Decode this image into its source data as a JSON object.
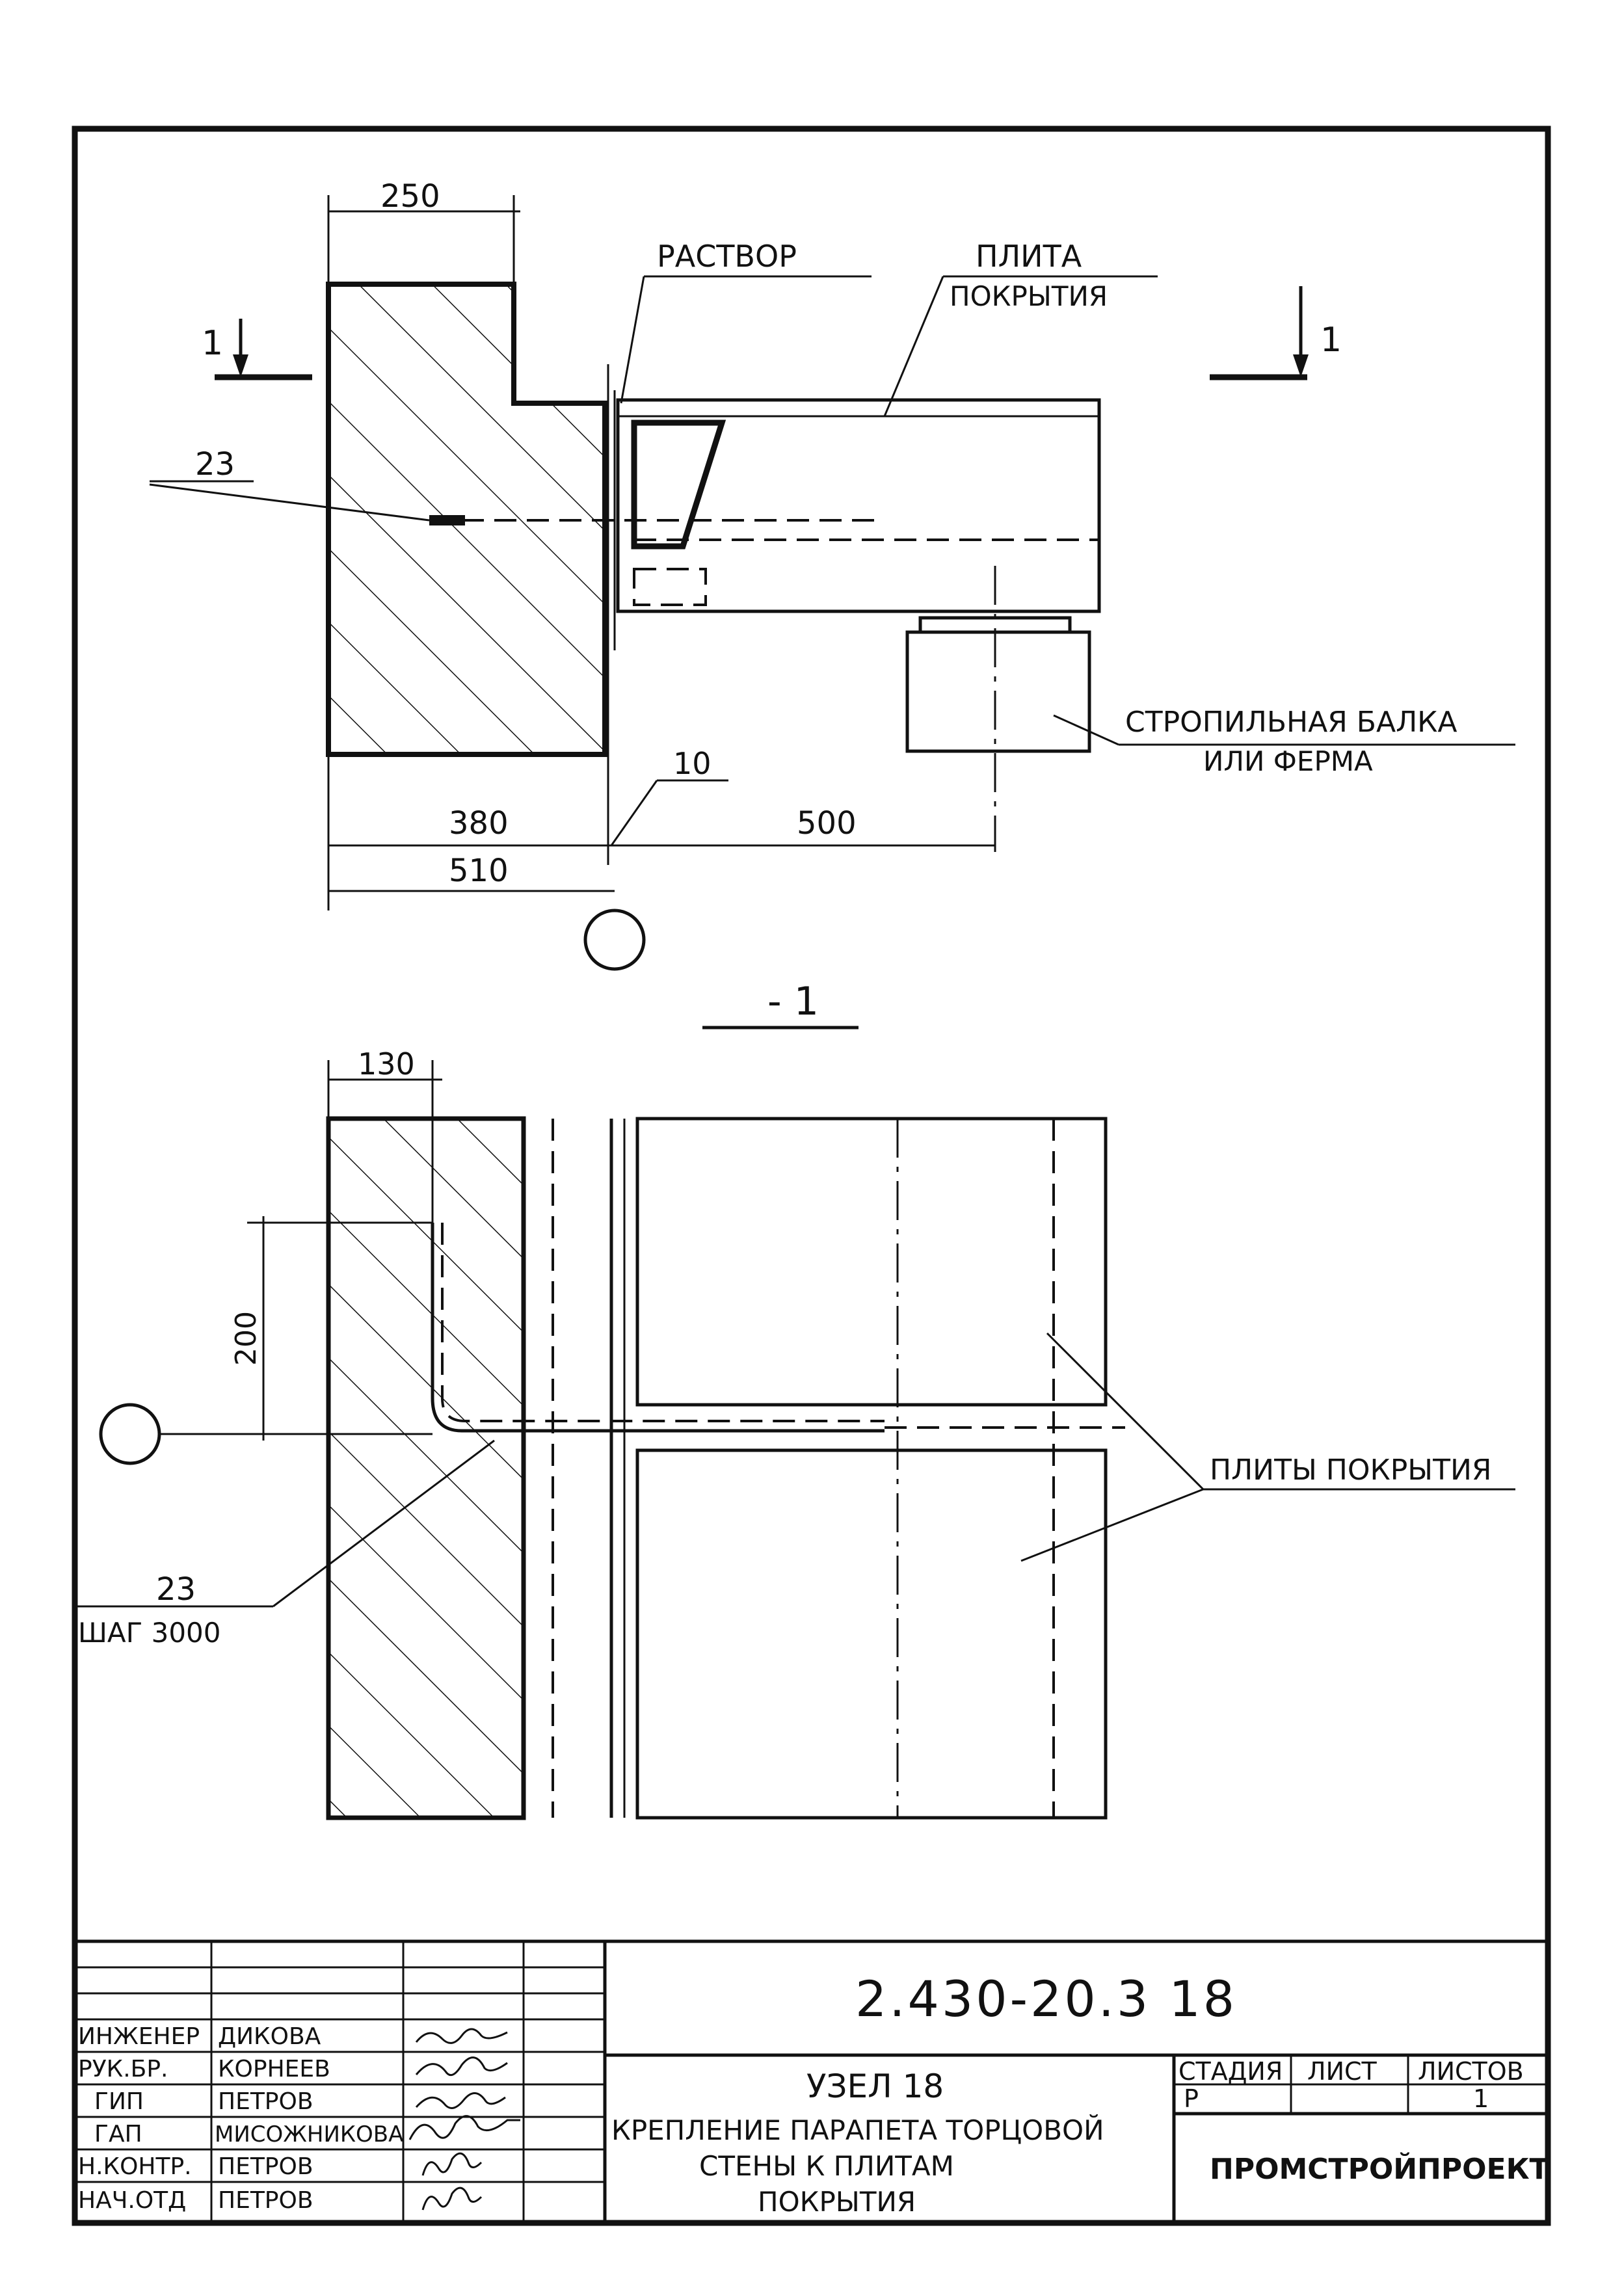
{
  "section_top": {
    "dim_250": "250",
    "dim_380": "380",
    "dim_510": "510",
    "dim_500": "500",
    "dim_10": "10",
    "section_mark_left": "1",
    "section_mark_right": "1",
    "label_mortar": "РАСТВОР",
    "label_slab_line1": "ПЛИТА",
    "label_slab_line2": "ПОКРЫТИЯ",
    "label_23": "23",
    "label_beam_line1": "СТРОПИЛЬНАЯ БАЛКА",
    "label_beam_line2": "ИЛИ ФЕРМА"
  },
  "section_title": "- 1",
  "plan_view": {
    "dim_130": "130",
    "dim_200": "200",
    "label_23": "23",
    "label_step": "ШАГ 3000",
    "label_slabs": "ПЛИТЫ ПОКРЫТИЯ"
  },
  "title_block": {
    "doc_code": "2.430-20.3 18",
    "node_title": "УЗЕЛ 18",
    "description": [
      "КРЕПЛЕНИЕ ПАРАПЕТА ТОРЦОВОЙ",
      "СТЕНЫ К ПЛИТАМ",
      "ПОКРЫТИЯ"
    ],
    "stage_header": "СТАДИЯ",
    "sheet_header": "ЛИСТ",
    "sheets_header": "ЛИСТОВ",
    "stage_value": "Р",
    "sheets_value": "1",
    "company": "ПРОМСТРОЙПРОЕКТ",
    "staff": [
      {
        "role": "ИНЖЕНЕР",
        "name": "ДИКОВА"
      },
      {
        "role": "РУК.БР.",
        "name": "КОРНЕЕВ"
      },
      {
        "role": "ГИП",
        "name": "ПЕТРОВ"
      },
      {
        "role": "ГАП",
        "name": "МИСОЖНИКОВА"
      },
      {
        "role": "Н.КОНТР.",
        "name": "ПЕТРОВ"
      },
      {
        "role": "НАЧ.ОТД",
        "name": "ПЕТРОВ"
      }
    ]
  }
}
